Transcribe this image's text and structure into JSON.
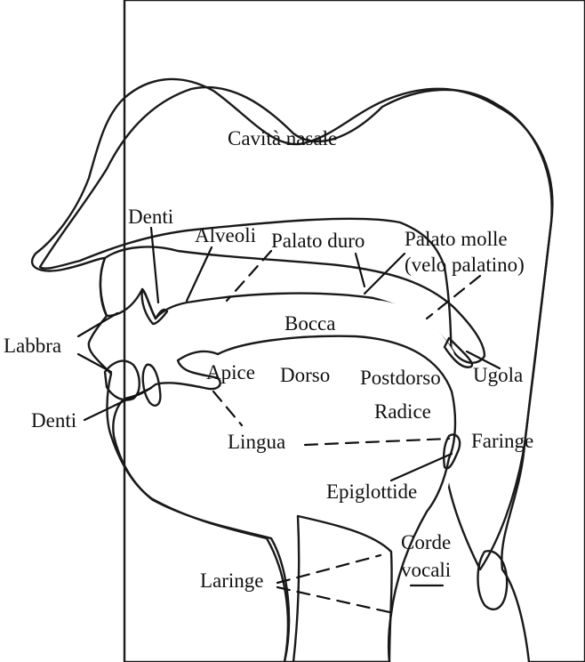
{
  "labels": {
    "nasal_cavity": "Cavità nasale",
    "teeth_upper": "Denti",
    "alveoli": "Alveoli",
    "hard_palate": "Palato duro",
    "soft_palate_1": "Palato molle",
    "soft_palate_2": "(velo palatino)",
    "mouth": "Bocca",
    "lips": "Labbra",
    "apex": "Apice",
    "dorsum": "Dorso",
    "postdorsum": "Postdorso",
    "uvula": "Ugola",
    "teeth_lower": "Denti",
    "root": "Radice",
    "tongue": "Lingua",
    "pharynx": "Faringe",
    "epiglottis": "Epiglottide",
    "vocal_cords_1": "Corde",
    "vocal_cords_2": "vocali",
    "larynx": "Laringe"
  },
  "colors": {
    "hatching": "#9a9a9a",
    "tissue_gray": "#b4b4b4",
    "outline": "#1a1a1a",
    "text": "#111111",
    "background": "#ffffff"
  }
}
